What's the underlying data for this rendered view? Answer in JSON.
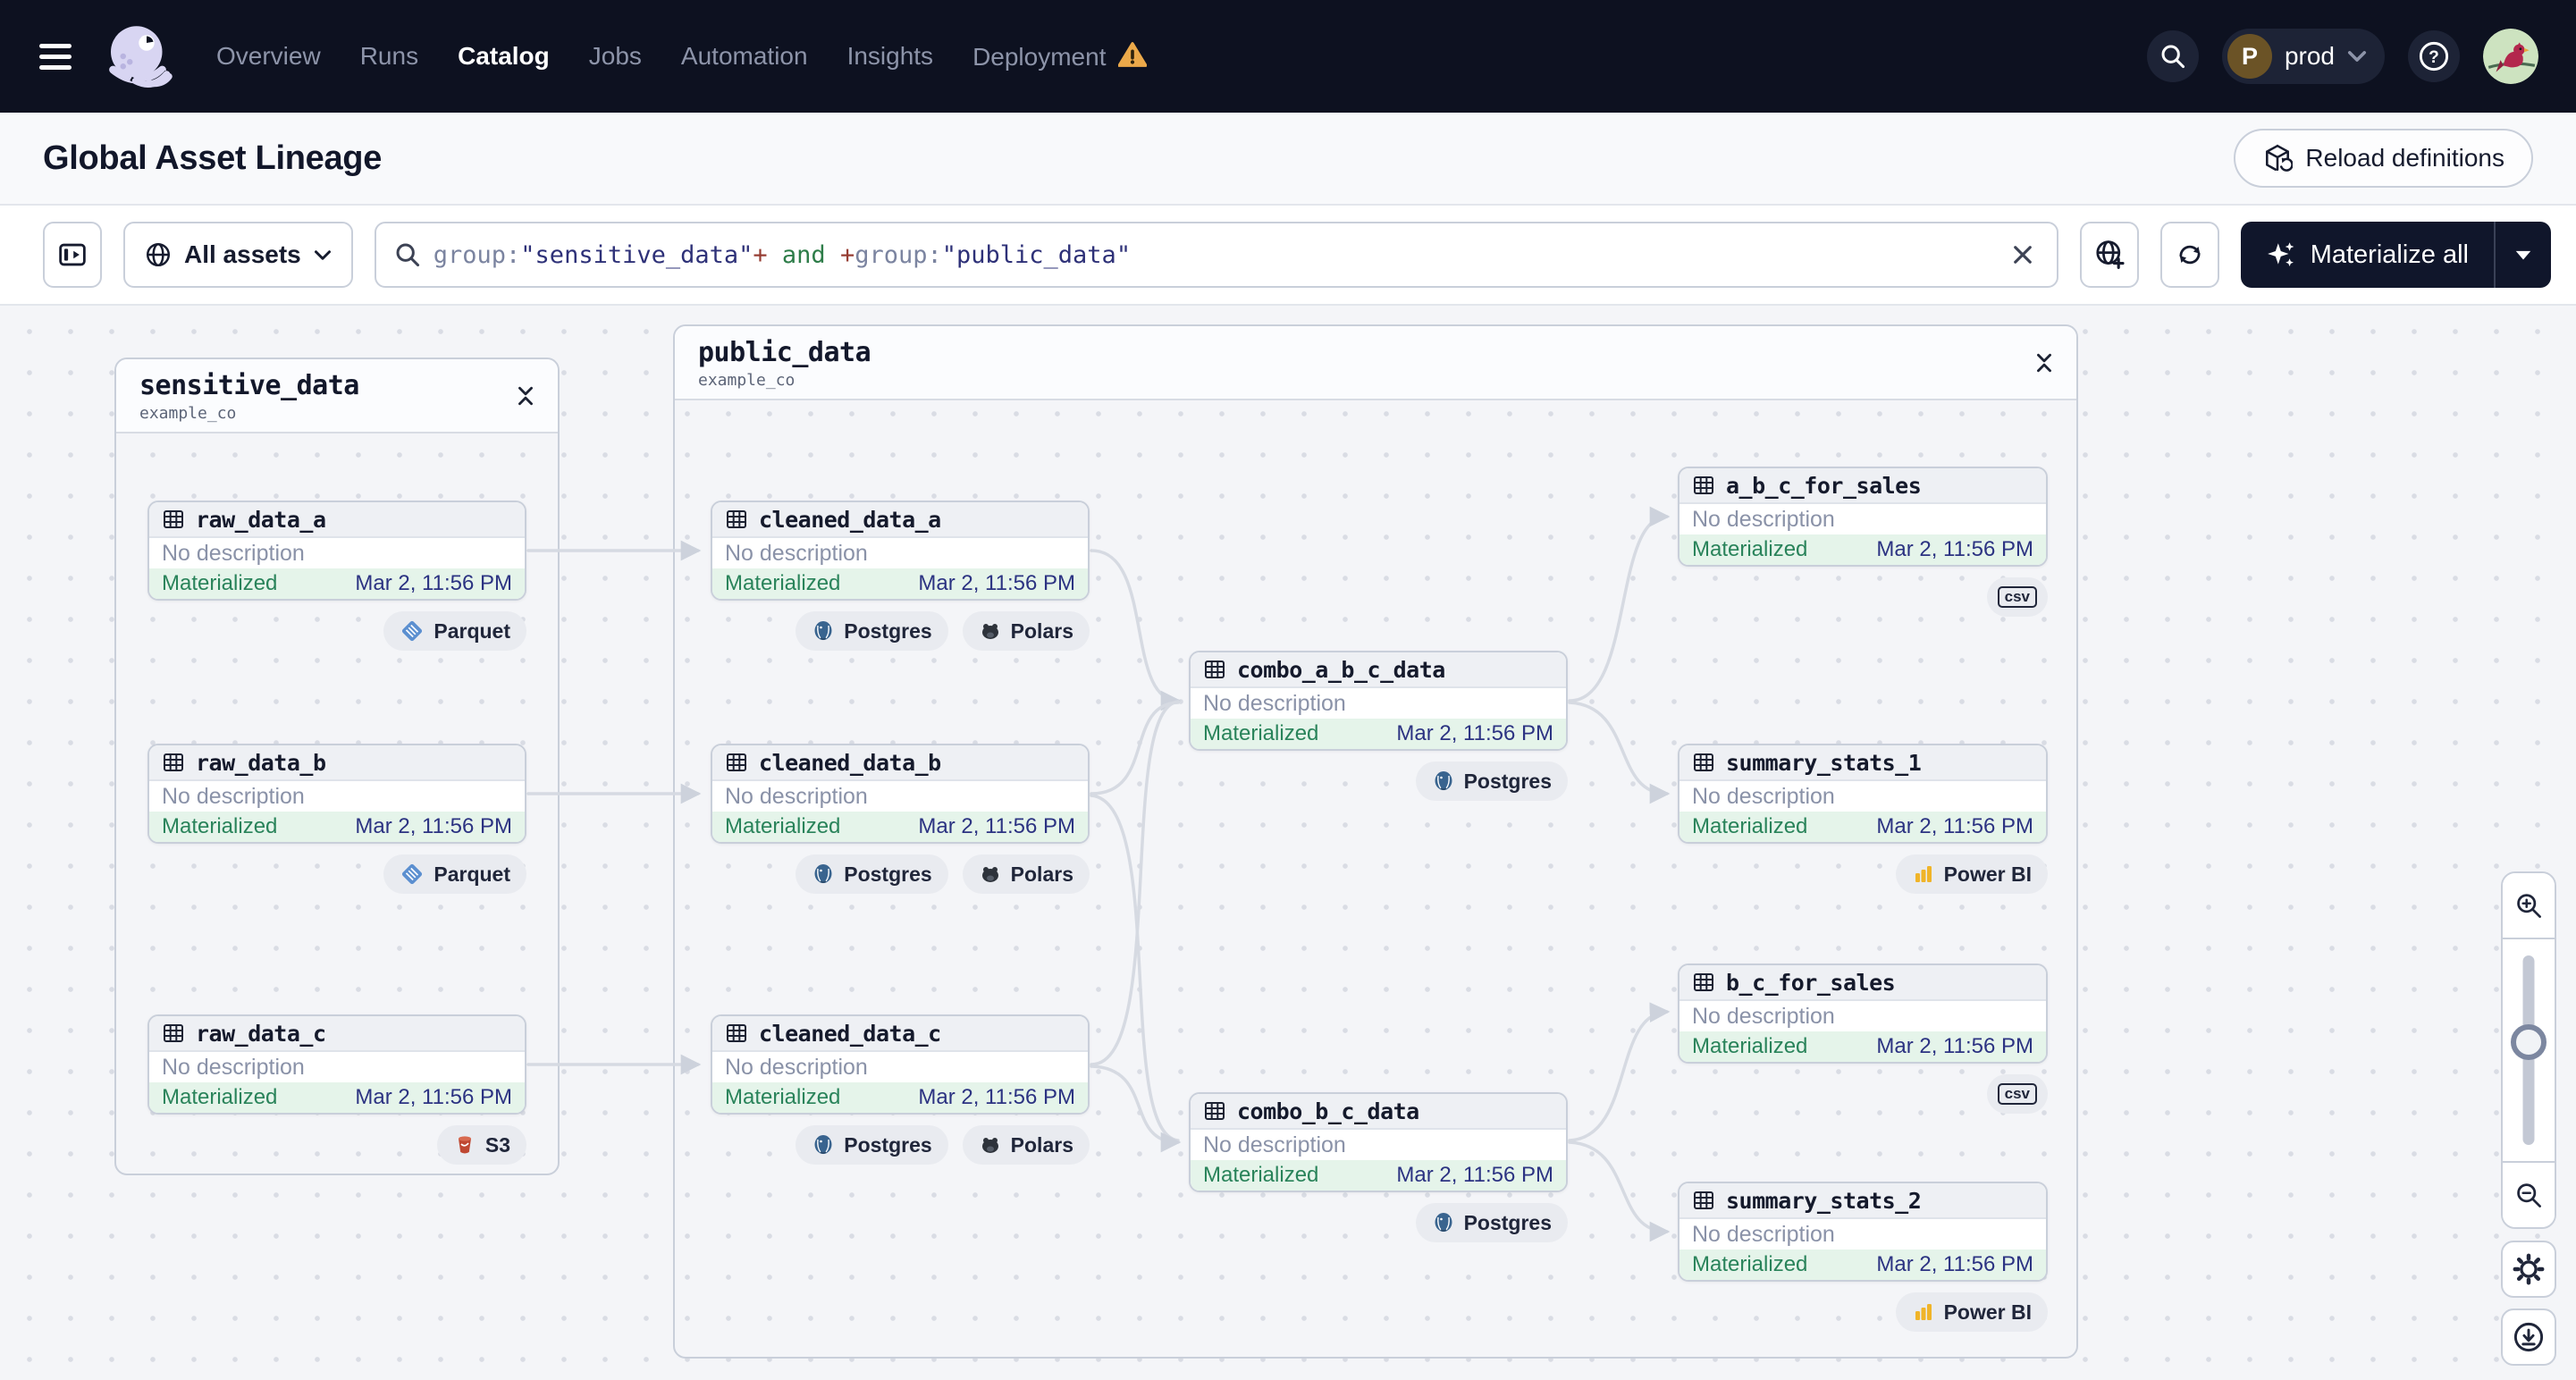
{
  "nav": {
    "items": [
      "Overview",
      "Runs",
      "Catalog",
      "Jobs",
      "Automation",
      "Insights",
      "Deployment"
    ],
    "active_item": "Catalog",
    "environment": {
      "initial": "P",
      "name": "prod"
    }
  },
  "header": {
    "title": "Global Asset Lineage",
    "reload_label": "Reload definitions"
  },
  "filterbar": {
    "scope_label": "All assets",
    "query_tokens": [
      {
        "text": "group:",
        "type": "key"
      },
      {
        "text": "\"sensitive_data\"",
        "type": "string"
      },
      {
        "text": "+",
        "type": "op"
      },
      {
        "text": " and ",
        "type": "bool"
      },
      {
        "text": "+",
        "type": "op"
      },
      {
        "text": "group:",
        "type": "key"
      },
      {
        "text": "\"public_data\"",
        "type": "string"
      }
    ],
    "materialize_label": "Materialize all"
  },
  "colors": {
    "nav_bg": "#0d1120",
    "accent_dark_button": "#10162b",
    "status_green_text": "#29835a",
    "status_green_bg": "#e5f4ea",
    "timestamp_indigo": "#2c3382",
    "edge_gray": "#d6dae2",
    "query_string": "#2e3178",
    "query_op": "#963d33",
    "query_bool": "#2e7d49",
    "powerbi_yellow": "#f0b429",
    "s3_red": "#bf4832",
    "parquet_blue": "#5b8fd0",
    "postgres_blue": "#39648f"
  },
  "graph": {
    "groups": {
      "sensitive": {
        "name": "sensitive_data",
        "subtitle": "example_co"
      },
      "public": {
        "name": "public_data",
        "subtitle": "example_co"
      }
    },
    "nodes": {
      "raw_data_a": {
        "name": "raw_data_a",
        "description": "No description",
        "status": "Materialized",
        "timestamp": "Mar 2, 11:56 PM",
        "badges": [
          {
            "label": "Parquet",
            "icon": "parquet-icon"
          }
        ]
      },
      "raw_data_b": {
        "name": "raw_data_b",
        "description": "No description",
        "status": "Materialized",
        "timestamp": "Mar 2, 11:56 PM",
        "badges": [
          {
            "label": "Parquet",
            "icon": "parquet-icon"
          }
        ]
      },
      "raw_data_c": {
        "name": "raw_data_c",
        "description": "No description",
        "status": "Materialized",
        "timestamp": "Mar 2, 11:56 PM",
        "badges": [
          {
            "label": "S3",
            "icon": "s3-icon"
          }
        ]
      },
      "cleaned_data_a": {
        "name": "cleaned_data_a",
        "description": "No description",
        "status": "Materialized",
        "timestamp": "Mar 2, 11:56 PM",
        "badges": [
          {
            "label": "Postgres",
            "icon": "postgres-icon"
          },
          {
            "label": "Polars",
            "icon": "polars-icon"
          }
        ]
      },
      "cleaned_data_b": {
        "name": "cleaned_data_b",
        "description": "No description",
        "status": "Materialized",
        "timestamp": "Mar 2, 11:56 PM",
        "badges": [
          {
            "label": "Postgres",
            "icon": "postgres-icon"
          },
          {
            "label": "Polars",
            "icon": "polars-icon"
          }
        ]
      },
      "cleaned_data_c": {
        "name": "cleaned_data_c",
        "description": "No description",
        "status": "Materialized",
        "timestamp": "Mar 2, 11:56 PM",
        "badges": [
          {
            "label": "Postgres",
            "icon": "postgres-icon"
          },
          {
            "label": "Polars",
            "icon": "polars-icon"
          }
        ]
      },
      "combo_a_b_c_data": {
        "name": "combo_a_b_c_data",
        "description": "No description",
        "status": "Materialized",
        "timestamp": "Mar 2, 11:56 PM",
        "badges": [
          {
            "label": "Postgres",
            "icon": "postgres-icon"
          }
        ]
      },
      "combo_b_c_data": {
        "name": "combo_b_c_data",
        "description": "No description",
        "status": "Materialized",
        "timestamp": "Mar 2, 11:56 PM",
        "badges": [
          {
            "label": "Postgres",
            "icon": "postgres-icon"
          }
        ]
      },
      "a_b_c_for_sales": {
        "name": "a_b_c_for_sales",
        "description": "No description",
        "status": "Materialized",
        "timestamp": "Mar 2, 11:56 PM",
        "badges": [
          {
            "label": "csv",
            "icon": "csv-icon"
          }
        ]
      },
      "summary_stats_1": {
        "name": "summary_stats_1",
        "description": "No description",
        "status": "Materialized",
        "timestamp": "Mar 2, 11:56 PM",
        "badges": [
          {
            "label": "Power BI",
            "icon": "powerbi-icon"
          }
        ]
      },
      "b_c_for_sales": {
        "name": "b_c_for_sales",
        "description": "No description",
        "status": "Materialized",
        "timestamp": "Mar 2, 11:56 PM",
        "badges": [
          {
            "label": "csv",
            "icon": "csv-icon"
          }
        ]
      },
      "summary_stats_2": {
        "name": "summary_stats_2",
        "description": "No description",
        "status": "Materialized",
        "timestamp": "Mar 2, 11:56 PM",
        "badges": [
          {
            "label": "Power BI",
            "icon": "powerbi-icon"
          }
        ]
      }
    }
  }
}
